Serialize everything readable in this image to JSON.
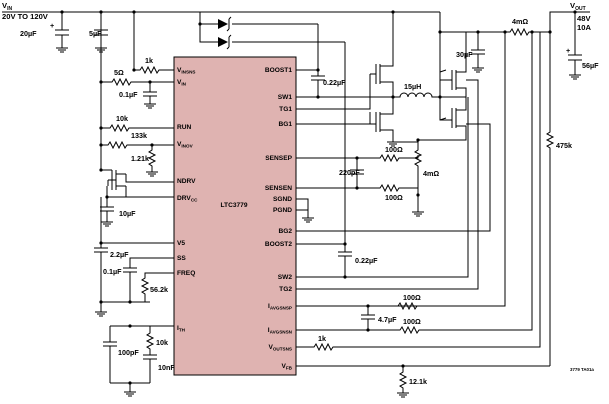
{
  "diagram": {
    "input": {
      "vin": "V",
      "vin_sub": "IN",
      "range": "20V TO 120V"
    },
    "output": {
      "vout": "V",
      "vout_sub": "OUT",
      "voltage": "48V",
      "current": "10A"
    },
    "chip": {
      "name": "LTC3779",
      "left_pins": [
        {
          "label": "V",
          "sub": "INSNS"
        },
        {
          "label": "V",
          "sub": "IN"
        },
        {
          "label": "RUN",
          "sub": ""
        },
        {
          "label": "V",
          "sub": "INOV"
        },
        {
          "label": "NDRV",
          "sub": ""
        },
        {
          "label": "DRV",
          "sub": "CC"
        },
        {
          "label": "V5",
          "sub": ""
        },
        {
          "label": "SS",
          "sub": ""
        },
        {
          "label": "FREQ",
          "sub": ""
        },
        {
          "label": "I",
          "sub": "TH"
        }
      ],
      "right_pins": [
        {
          "label": "BOOST1",
          "sub": ""
        },
        {
          "label": "SW1",
          "sub": ""
        },
        {
          "label": "TG1",
          "sub": ""
        },
        {
          "label": "BG1",
          "sub": ""
        },
        {
          "label": "SENSEP",
          "sub": ""
        },
        {
          "label": "SENSEN",
          "sub": ""
        },
        {
          "label": "SGND",
          "sub": ""
        },
        {
          "label": "PGND",
          "sub": ""
        },
        {
          "label": "BG2",
          "sub": ""
        },
        {
          "label": "BOOST2",
          "sub": ""
        },
        {
          "label": "SW2",
          "sub": ""
        },
        {
          "label": "TG2",
          "sub": ""
        },
        {
          "label": "I",
          "sub": "AVGSNSP"
        },
        {
          "label": "I",
          "sub": "AVGSNSN"
        },
        {
          "label": "V",
          "sub": "OUTSNS"
        },
        {
          "label": "V",
          "sub": "FB"
        }
      ]
    },
    "components": {
      "c_in1": "20µF",
      "c_in2": "5µF",
      "r_vinsns": "1k",
      "r_vin": "5Ω",
      "c_vin": "0.1µF",
      "r_run": "10k",
      "r_inov1": "133k",
      "r_inov2": "1.21k",
      "c_drvcc": "10µF",
      "c_v5": "2.2µF",
      "c_ss": "0.1µF",
      "r_freq": "56.2k",
      "c_ith1": "100pF",
      "r_ith": "10k",
      "c_ith2": "10nF",
      "c_boost1": "0.22µF",
      "c_boost2": "0.22µF",
      "inductor": "15µH",
      "r_sense1": "100Ω",
      "c_sense": "220pF",
      "r_sense2": "100Ω",
      "r_sense_main": "4mΩ",
      "c_out1": "30µF",
      "r_out_sense": "4mΩ",
      "c_out2": "56µF",
      "r_fb_top": "475k",
      "c_avg": "4.7µF",
      "r_avg1": "100Ω",
      "r_avg2": "100Ω",
      "r_outsns": "1k",
      "r_fb_bot": "12.1k"
    },
    "figure_id": "3779 TA01a"
  }
}
